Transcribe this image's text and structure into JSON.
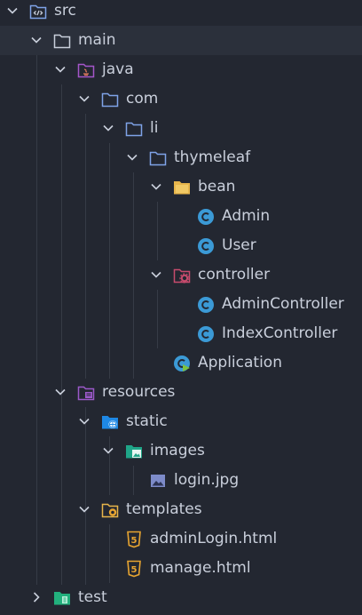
{
  "project_tree": {
    "src": "src",
    "main": "main",
    "java": "java",
    "com": "com",
    "li": "li",
    "thymeleaf": "thymeleaf",
    "bean": "bean",
    "admin_class": "Admin",
    "user_class": "User",
    "controller": "controller",
    "admin_controller": "AdminController",
    "index_controller": "IndexController",
    "application": "Application",
    "resources": "resources",
    "static": "static",
    "images": "images",
    "login_jpg": "login.jpg",
    "templates": "templates",
    "admin_login_html": "adminLogin.html",
    "manage_html": "manage.html",
    "test": "test"
  },
  "colors": {
    "background": "#232731",
    "selected_row": "#2b303b",
    "text": "#c9cfdb",
    "folder_blue": "#7fa3e8",
    "java_purple": "#a456c9",
    "class_blue": "#3b9ad6",
    "bean_yellow": "#e7b54b",
    "controller_red": "#c74b6d",
    "resources_purple": "#9b59c9",
    "static_blue": "#1e88e5",
    "images_teal": "#1fa588",
    "html_orange": "#e8a531",
    "test_green": "#22b07d"
  }
}
